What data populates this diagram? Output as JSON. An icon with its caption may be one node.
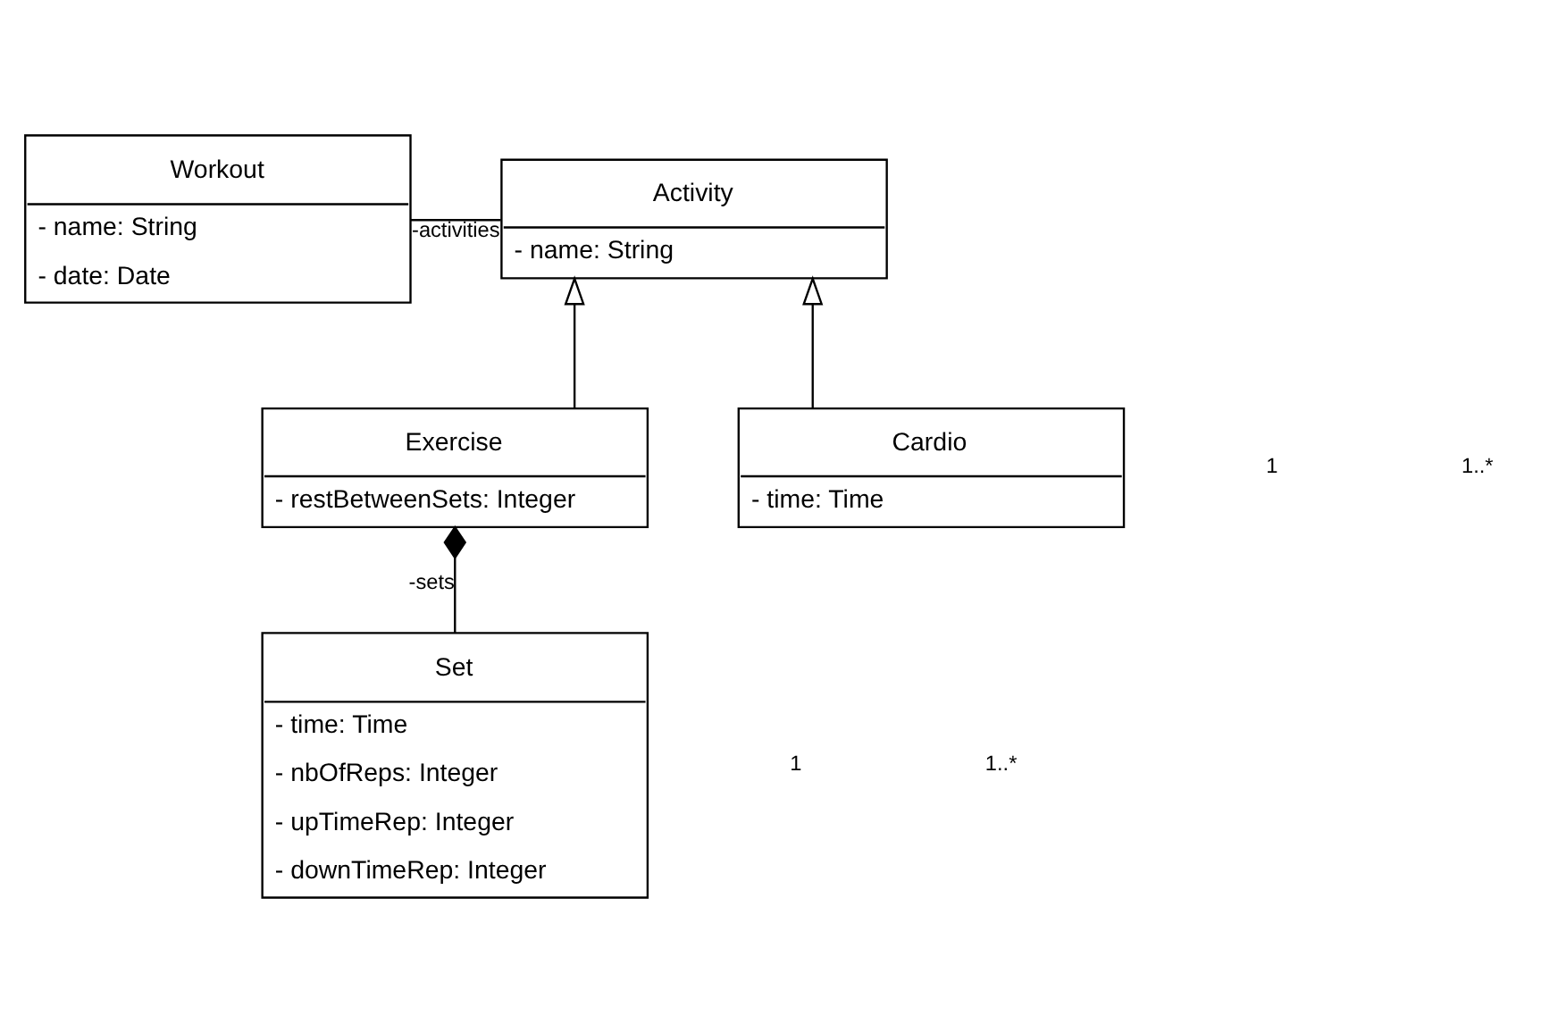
{
  "diagram": {
    "nodes": [
      {
        "text": [
          "Workout",
          "- name: String",
          "- date: Date"
        ]
      },
      {
        "text": [
          "Activity",
          "- name: String"
        ]
      },
      {
        "text": [
          "Exercise",
          "- restBetweenSets: Integer"
        ]
      },
      {
        "text": [
          "Cardio",
          "- time: Time"
        ]
      },
      {
        "text": [
          "Set",
          "- time: Time",
          "- nbOfReps: Integer",
          "- upTimeRep: Integer",
          "- downTimeRep: Integer"
        ]
      }
    ],
    "edges": [
      {
        "from": 0,
        "to": 1,
        "arrow": "none",
        "label": "-activities"
      },
      {
        "from": 2,
        "to": 1,
        "arrow": "to"
      },
      {
        "from": 3,
        "to": 1,
        "arrow": "to"
      },
      {
        "from": 2,
        "to": 4,
        "arrow": "other",
        "label": "-sets"
      }
    ],
    "labels": [
      "1",
      "1..*",
      "1",
      "1..*"
    ]
  }
}
